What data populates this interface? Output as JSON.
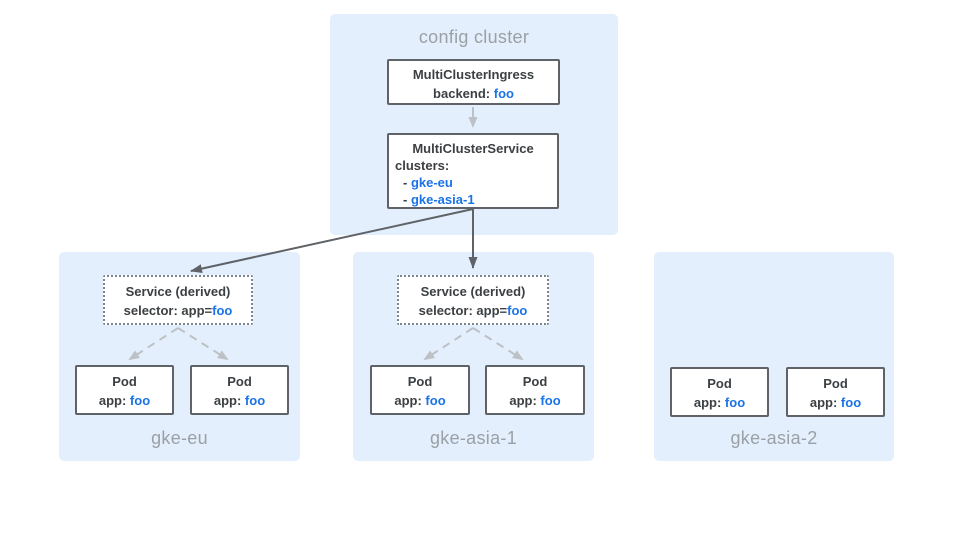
{
  "diagram": {
    "config_cluster": {
      "label": "config cluster",
      "ingress_box": {
        "title": "MultiClusterIngress",
        "backend_label": "backend: ",
        "backend_value": "foo"
      },
      "service_box": {
        "title": "MultiClusterService",
        "clusters_label": "clusters:",
        "cluster_items": [
          {
            "dash": "- ",
            "name": "gke-eu"
          },
          {
            "dash": "- ",
            "name": "gke-asia-1"
          }
        ]
      }
    },
    "clusters": [
      {
        "name": "gke-eu",
        "service_box": {
          "title": "Service (derived)",
          "selector_label": "selector: app=",
          "selector_value": "foo"
        },
        "pods": [
          {
            "title": "Pod",
            "app_label": "app: ",
            "app_value": "foo"
          },
          {
            "title": "Pod",
            "app_label": "app: ",
            "app_value": "foo"
          }
        ]
      },
      {
        "name": "gke-asia-1",
        "service_box": {
          "title": "Service (derived)",
          "selector_label": "selector: app=",
          "selector_value": "foo"
        },
        "pods": [
          {
            "title": "Pod",
            "app_label": "app: ",
            "app_value": "foo"
          },
          {
            "title": "Pod",
            "app_label": "app: ",
            "app_value": "foo"
          }
        ]
      },
      {
        "name": "gke-asia-2",
        "pods": [
          {
            "title": "Pod",
            "app_label": "app: ",
            "app_value": "foo"
          },
          {
            "title": "Pod",
            "app_label": "app: ",
            "app_value": "foo"
          }
        ]
      }
    ],
    "colors": {
      "panel_bg": "#e3effc",
      "box_border": "#5f6368",
      "text_dark": "#3c4043",
      "text_gray": "#9aa0a6",
      "text_blue": "#1a73e8",
      "arrow_dark": "#5f6368",
      "arrow_light": "#bdc1c6"
    }
  }
}
